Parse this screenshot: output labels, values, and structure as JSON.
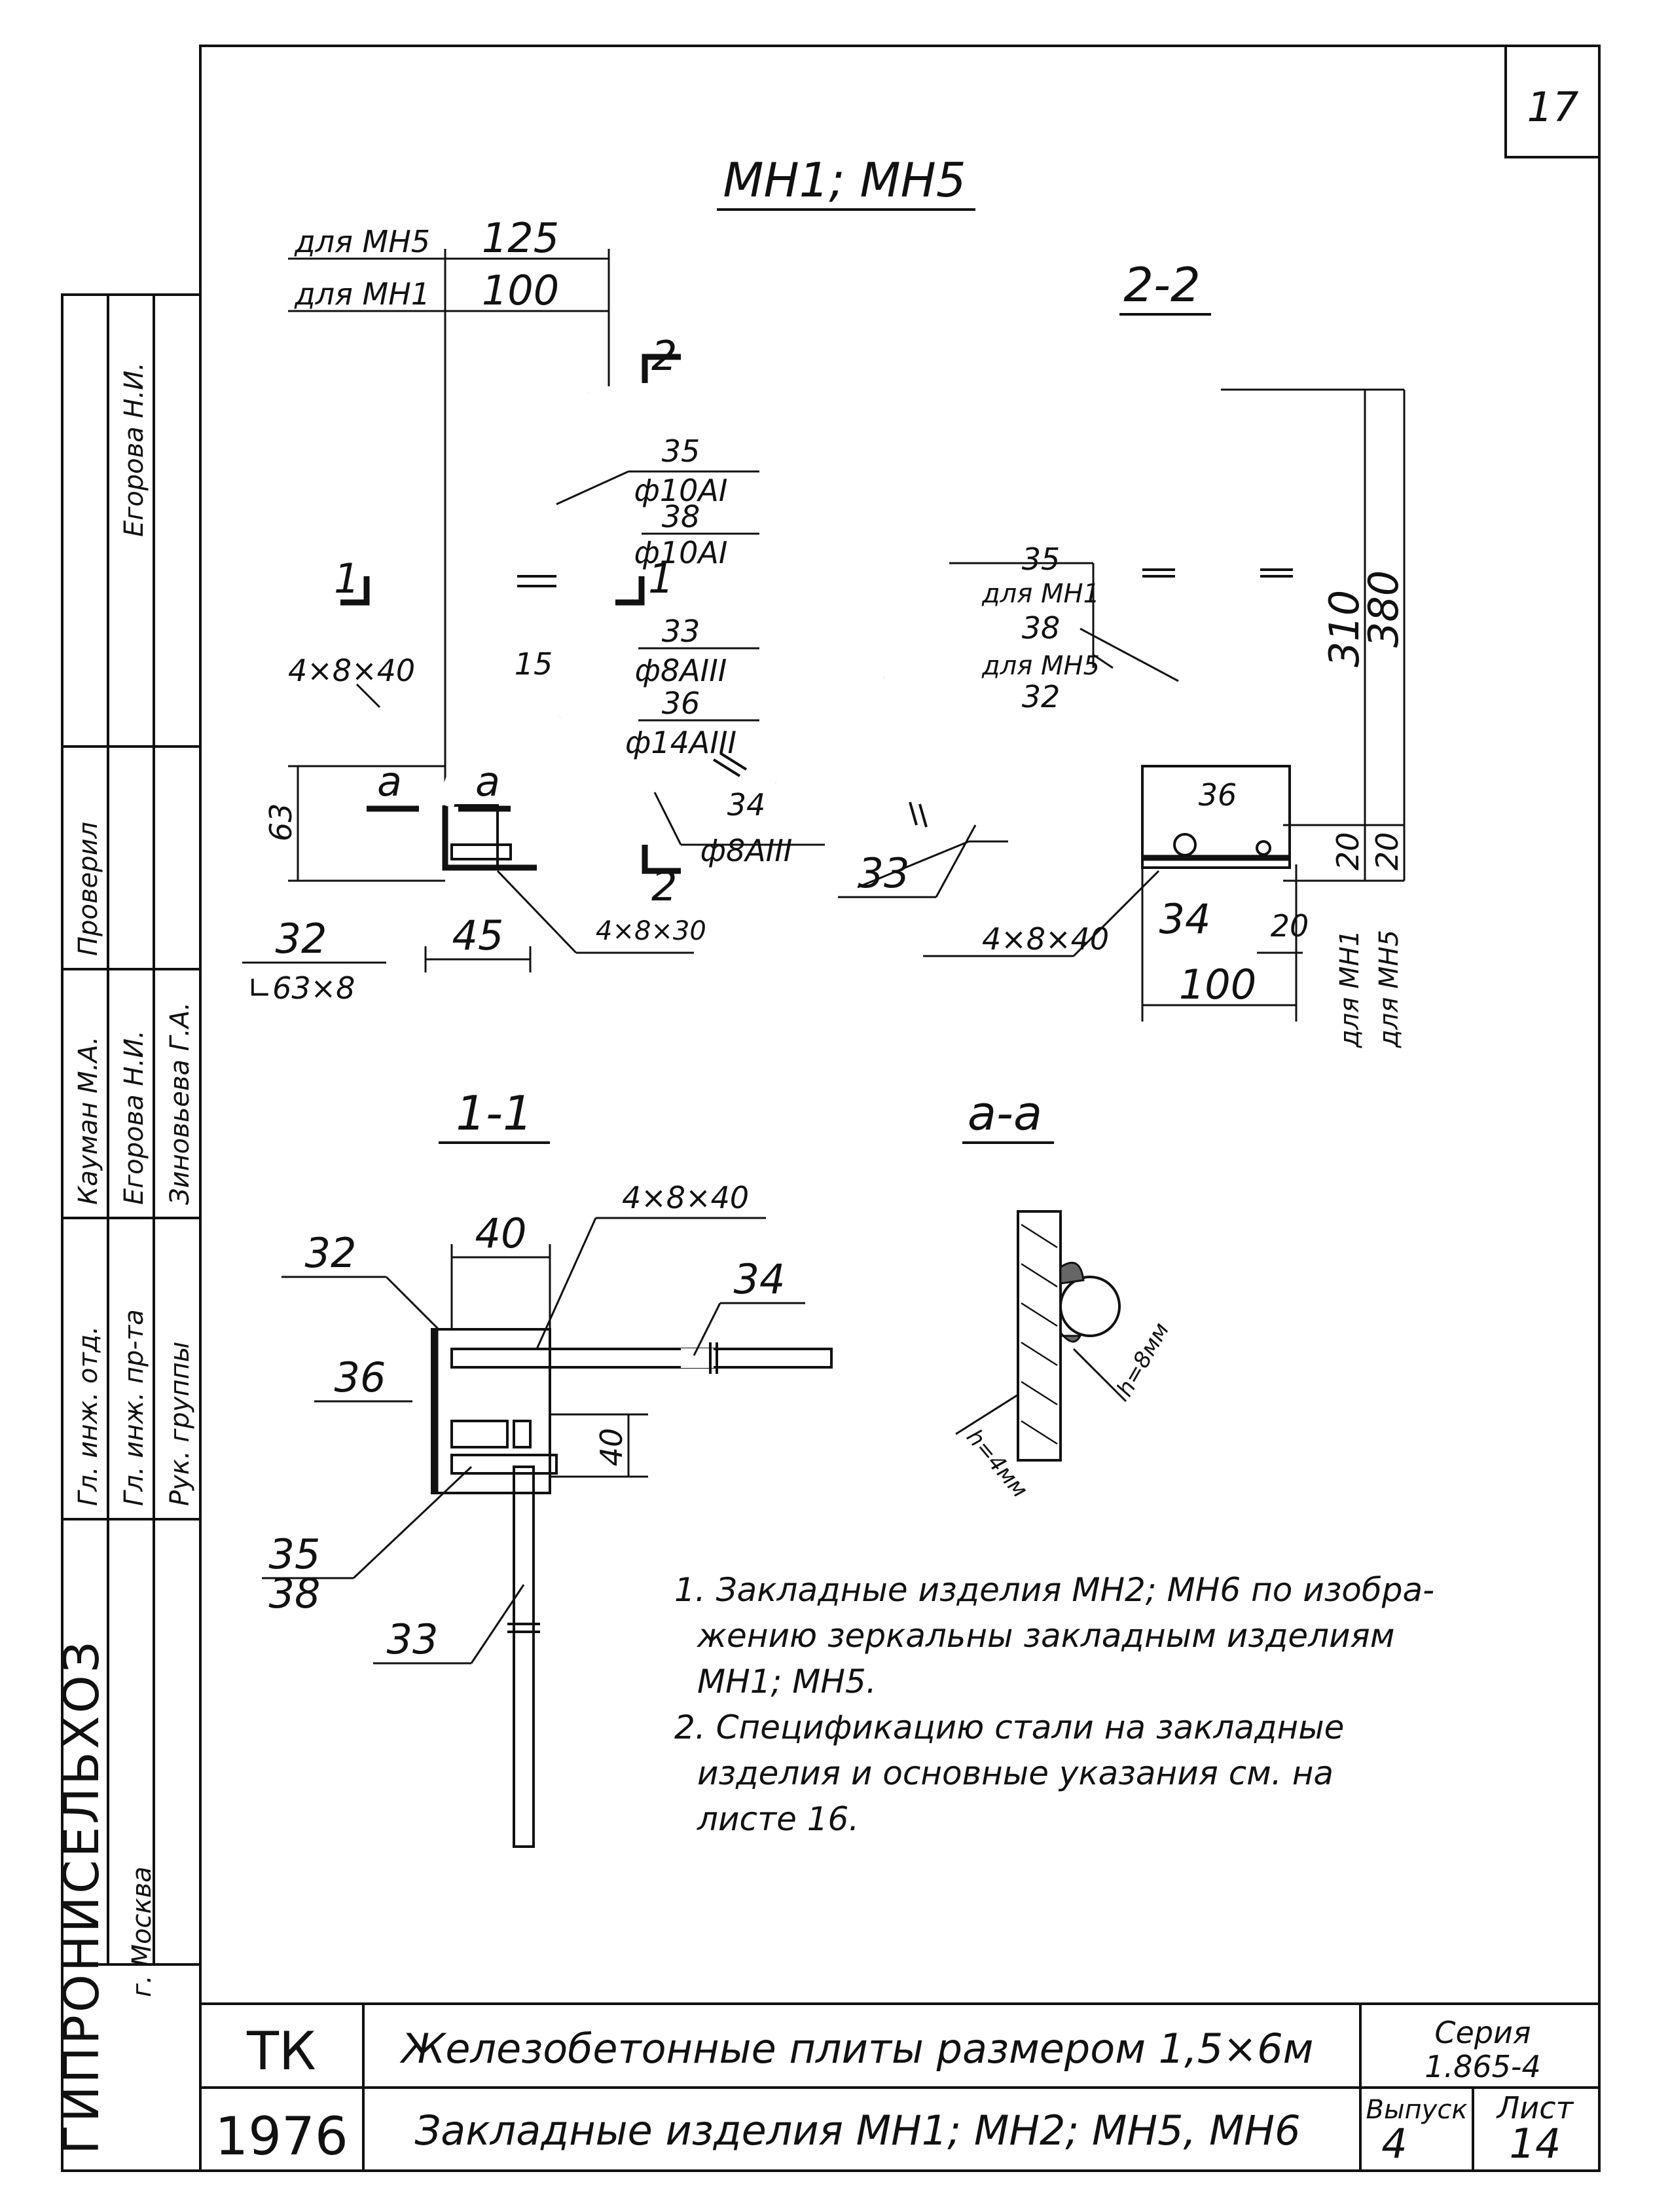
{
  "sheet": {
    "page_number": "17"
  },
  "main_view": {
    "title": "МН1; МН5",
    "dim_top_mh5_label": "для МН5",
    "dim_top_mh5_value": "125",
    "dim_top_mh1_label": "для МН1",
    "dim_top_mh1_value": "100",
    "section2_mark": "2",
    "section1_mark": "1",
    "callout_35": "35",
    "callout_35_spec": "ф10АI",
    "callout_38": "38",
    "callout_38_spec": "ф10АI",
    "callout_33": "33",
    "callout_33_spec": "ф8АIII",
    "callout_36": "36",
    "callout_36_spec": "ф14АIII",
    "callout_34": "34",
    "callout_34_spec": "ф8АIII",
    "angle_15": "15",
    "weld_4x8x40": "4×8×40",
    "weld_4x8x30": "4×8×30",
    "dim_63": "63",
    "dim_45": "45",
    "section_a": "а",
    "label_32": "32",
    "label_32_spec": "∟63×8",
    "label_33": "33"
  },
  "section_2_2": {
    "title": "2-2",
    "callout_35": "35",
    "callout_35_for": "для МН1",
    "callout_38": "38",
    "callout_38_for": "для МН5",
    "callout_32": "32",
    "label_36": "36",
    "label_34": "34",
    "weld": "4×8×40",
    "dim_310": "310",
    "dim_380": "380",
    "dim_20a": "20",
    "dim_20b": "20",
    "dim_20c": "20",
    "dim_100": "100",
    "for_mh1": "для МН1",
    "for_mh5": "для МН5"
  },
  "section_1_1": {
    "title": "1-1",
    "label_32": "32",
    "dim_40_top": "40",
    "weld": "4×8×40",
    "label_34": "34",
    "label_36": "36",
    "dim_40_side": "40",
    "label_35": "35",
    "label_38": "38",
    "label_33": "33"
  },
  "section_a_a": {
    "title": "а-а",
    "weld_a": "h=8мм",
    "weld_b": "h=4мм"
  },
  "notes": [
    "1. Закладные изделия МН2; МН6 по изобра-",
    "жению зеркальны закладным изделиям",
    "МН1; МН5.",
    "2. Спецификацию стали на закладные",
    "изделия и основные указания см. на",
    "листе 16."
  ],
  "side_stamp": {
    "org": "ГИПРОНИСЕЛЬХОЗ",
    "city": "г. Москва",
    "rows": [
      {
        "role": "Гл. инж. отд.",
        "name": "Кауман М.А."
      },
      {
        "role": "Гл. инж. пр-та",
        "name": "Егорова Н.И."
      },
      {
        "role": "Рук. группы",
        "name": "Зиновьева Г.А."
      },
      {
        "role": "Проверил",
        "name": "Егорова Н.И."
      }
    ]
  },
  "title_block": {
    "code": "ТК",
    "year": "1976",
    "title_line1": "Железобетонные плиты размером 1,5×6м",
    "title_line2": "Закладные изделия МН1; МН2; МН5, МН6",
    "series_label": "Серия",
    "series_value": "1.865-4",
    "issue_label": "Выпуск",
    "issue_value": "4",
    "sheet_label": "Лист",
    "sheet_value": "14"
  }
}
